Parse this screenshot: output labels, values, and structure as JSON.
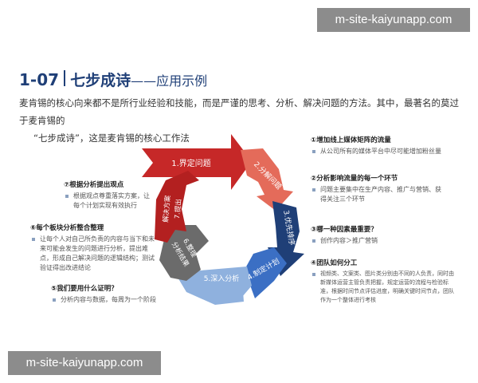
{
  "watermark": {
    "text": "m-site-kaiyunapp.com"
  },
  "header": {
    "number": "1-07",
    "title": "七步成诗",
    "subtitle": "——应用示例"
  },
  "intro": {
    "line1": "麦肯锡的核心向来都不是所行业经验和技能，而是严谨的思考、分析、解决问题的方法。其中，最著名的莫过于麦肯锡的",
    "line2": "“七步成诗”，这是麦肯锡的核心工作法"
  },
  "steps": [
    {
      "label": "1.界定问题",
      "color": "#c62828"
    },
    {
      "label": "2.分解问题",
      "color": "#e46b5a"
    },
    {
      "label": "3.优先排序",
      "color": "#1f3f77"
    },
    {
      "label": "4.制定计划",
      "color": "#3b6fc4"
    },
    {
      "label": "5.深入分析",
      "color": "#8fb1de"
    },
    {
      "label": "6.整理分析结果",
      "line1": "6.整理",
      "line2": "分析结果",
      "color": "#6b6b6b"
    },
    {
      "label": "7.提出解决方案",
      "line1": "7.提出",
      "line2": "解决方案",
      "color": "#b32020"
    }
  ],
  "notes": {
    "n1": {
      "title": "①增加线上媒体矩阵的流量",
      "body": "从公司所有的媒体平台中尽可能增加粉丝量"
    },
    "n2": {
      "title": "②分析影响流量的每一个环节",
      "body": "问题主要集中在生产内容、推广与营销、获得关注三个环节"
    },
    "n3": {
      "title": "③哪一种因素最重要？",
      "body": "创作内容＞推广营销"
    },
    "n4": {
      "title": "④团队如何分工",
      "body": "视频类、文案类、图片类分别由不同的人负责，同时由新媒体运营主管负责把握，规定运营的流程与检验标准，根据时间节点评估进度，明确关键时间节点，团队作为一个整体进行考核"
    },
    "n5": {
      "title": "⑤我们要用什么证明？",
      "body": "分析内容与数据，每周为一个阶段"
    },
    "n6": {
      "title": "⑥每个板块分析整合整理",
      "body": "让每个人对自己所负责的内容与当下和未来可能会发生的问题进行分析，提出难点，形成自己解决问题的逻辑结构；测试验证得出改进结论"
    },
    "n7": {
      "title": "⑦根据分析提出观点",
      "body": "根据观点尊重落实方案，让每个计划实现有效执行"
    }
  }
}
